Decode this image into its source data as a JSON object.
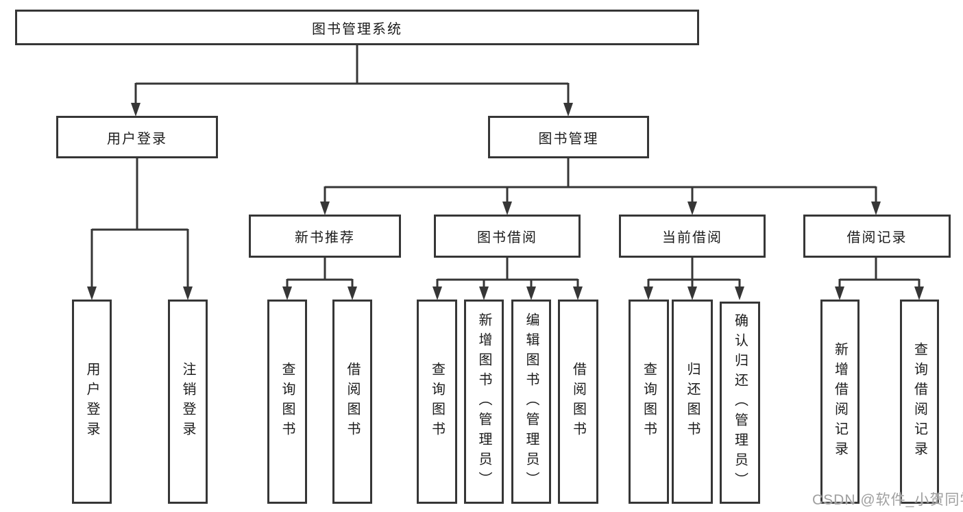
{
  "tree": {
    "root": {
      "label": "图书管理系统",
      "children": [
        {
          "label": "用户登录",
          "children": [
            {
              "label": "用户登录"
            },
            {
              "label": "注销登录"
            }
          ]
        },
        {
          "label": "图书管理",
          "children": [
            {
              "label": "新书推荐",
              "children": [
                {
                  "label": "查询图书"
                },
                {
                  "label": "借阅图书"
                }
              ]
            },
            {
              "label": "图书借阅",
              "children": [
                {
                  "label": "查询图书"
                },
                {
                  "label": "新增图书（管理员）"
                },
                {
                  "label": "编辑图书（管理员）"
                },
                {
                  "label": "借阅图书"
                }
              ]
            },
            {
              "label": "当前借阅",
              "children": [
                {
                  "label": "查询图书"
                },
                {
                  "label": "归还图书"
                },
                {
                  "label": "确认归还（管理员）"
                }
              ]
            },
            {
              "label": "借阅记录",
              "children": [
                {
                  "label": "新增借阅记录"
                },
                {
                  "label": "查询借阅记录"
                }
              ]
            }
          ]
        }
      ]
    }
  },
  "watermark": {
    "text": "CSDN @软件_小贺同学",
    "color": "#9f9f9f"
  },
  "colors": {
    "line": "#363636",
    "box_border": "#363636",
    "text": "#1c1c1c",
    "background": "#ffffff"
  }
}
